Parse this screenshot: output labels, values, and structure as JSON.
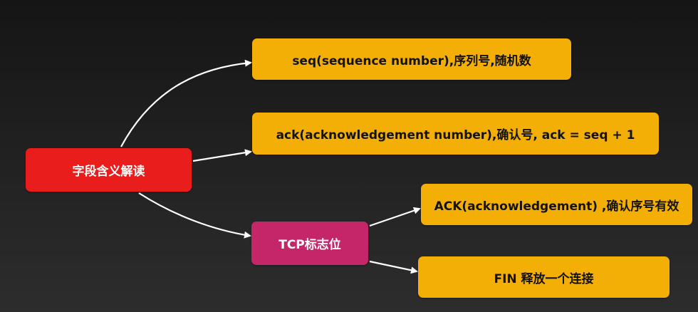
{
  "diagram": {
    "root": {
      "label": "字段含义解读"
    },
    "seq": {
      "label": "seq(sequence number),序列号,随机数"
    },
    "ack": {
      "label": "ack(acknowledgement number),确认号, ack = seq + 1"
    },
    "tcp_flags": {
      "label": "TCP标志位"
    },
    "ack_flag": {
      "label": "ACK(acknowledgement) ,确认序号有效"
    },
    "fin_flag": {
      "label": "FIN 释放一个连接"
    }
  },
  "colors": {
    "root_fill": "#ea1d1d",
    "leaf_fill": "#f3af05",
    "flag_group_fill": "#c42669",
    "connector": "#ffffff"
  }
}
